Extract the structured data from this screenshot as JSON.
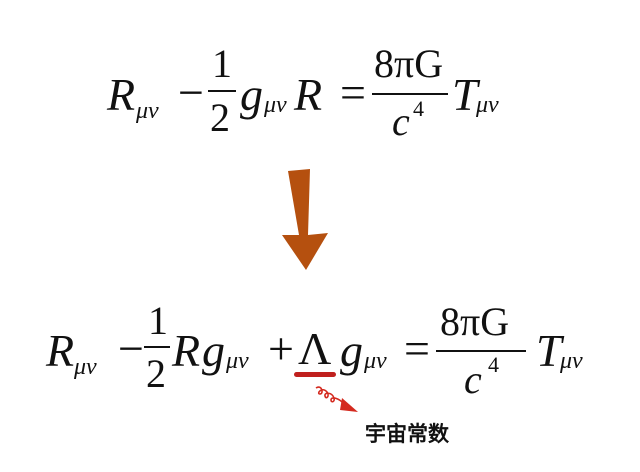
{
  "equations": {
    "original": {
      "R": "R",
      "R_sub": "μν",
      "minus": "−",
      "half_num": "1",
      "half_den": "2",
      "g": "g",
      "g_sub": "μν",
      "R2": "R",
      "equals": "=",
      "rhs_num": "8πG",
      "rhs_den": "c",
      "rhs_den_sup": "4",
      "T": "T",
      "T_sub": "μν"
    },
    "modified": {
      "R": "R",
      "R_sub": "μν",
      "minus": "−",
      "half_num": "1",
      "half_den": "2",
      "R2": "R",
      "g": "g",
      "g_sub": "μν",
      "plus": "+",
      "lambda": "Λ",
      "g2": "g",
      "g2_sub": "μν",
      "equals": "=",
      "rhs_num": "8πG",
      "rhs_den": "c",
      "rhs_den_sup": "4",
      "T": "T",
      "T_sub": "μν"
    }
  },
  "annotation": {
    "label": "宇宙常数",
    "underline_color": "#c0201e",
    "arrow_color": "#d42a1f"
  },
  "transition_arrow": {
    "color": "#b5500f"
  }
}
